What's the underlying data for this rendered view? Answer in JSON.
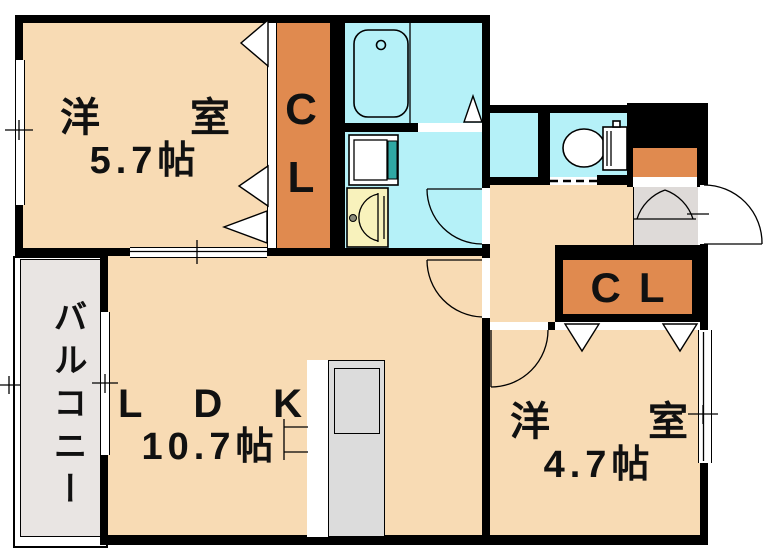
{
  "colors": {
    "bg": "#ffffff",
    "wall": "#000000",
    "floor": "#f8dbb4",
    "wet": "#b5f1f8",
    "closet": "#e08a4f",
    "genkan": "#dedad8",
    "balcony": "#e9e5e3",
    "counter": "#dcdcdc",
    "vanity": "#f8f2bc",
    "teal": "#2fa8a4"
  },
  "rooms": {
    "bedroom_upper": {
      "name": "洋室",
      "size": "5.7帖"
    },
    "ldk": {
      "name": "LDK",
      "size": "10.7帖"
    },
    "bedroom_lower": {
      "name": "洋室",
      "size": "4.7帖"
    },
    "balcony": {
      "name": "バルコニー"
    }
  },
  "closets": {
    "upper": {
      "label": "CL"
    },
    "lower": {
      "label": "CL"
    }
  },
  "fixtures": {
    "bathtub": "bathtub-icon",
    "washing_machine": "washing-machine-icon",
    "vanity_sink": "sink-icon",
    "toilet": "toilet-icon",
    "kitchen_counter": "kitchen-counter-icon",
    "entry_door": "entry-door-swing-icon",
    "interior_doors": "door-swing-icon",
    "folding_doors": "folding-door-triangle-icon",
    "windows": "window-icon"
  }
}
